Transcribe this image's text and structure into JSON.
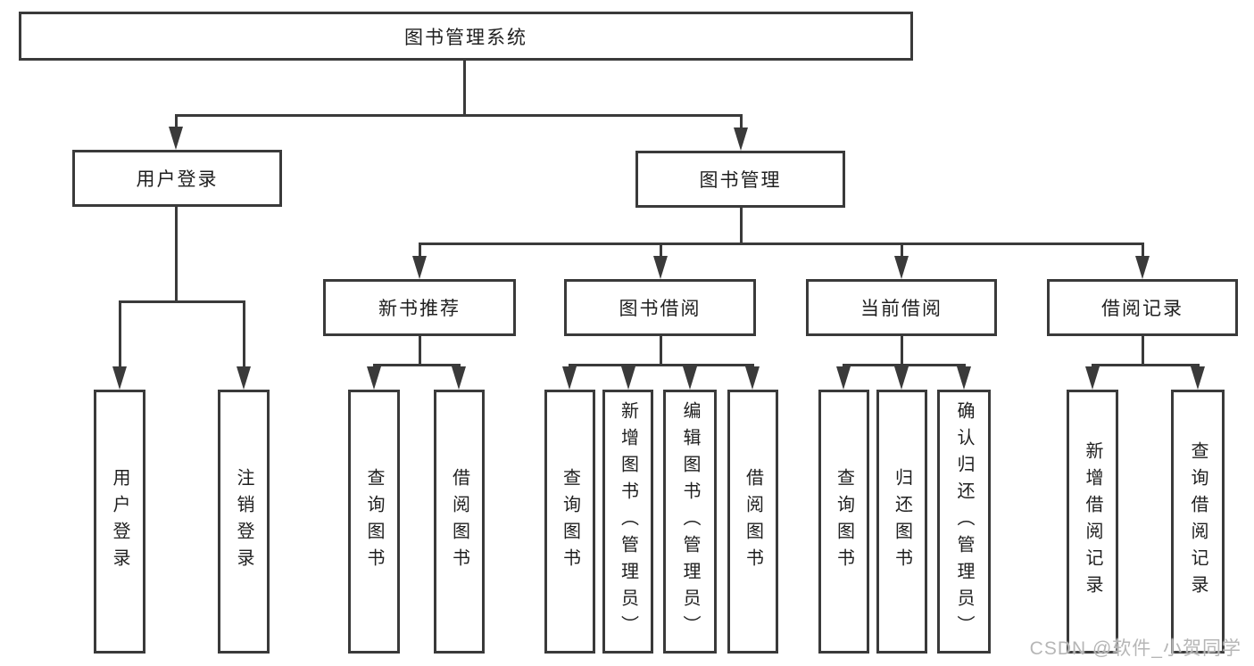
{
  "tree": {
    "root": {
      "label": "图书管理系统"
    },
    "branches": [
      {
        "label": "用户登录",
        "children": [
          {
            "label": "用户登录"
          },
          {
            "label": "注销登录"
          }
        ]
      },
      {
        "label": "图书管理",
        "children": [
          {
            "label": "新书推荐",
            "children": [
              {
                "label": "查询图书"
              },
              {
                "label": "借阅图书"
              }
            ]
          },
          {
            "label": "图书借阅",
            "children": [
              {
                "label": "查询图书"
              },
              {
                "label": "新增图书（管理员）"
              },
              {
                "label": "编辑图书（管理员）"
              },
              {
                "label": "借阅图书"
              }
            ]
          },
          {
            "label": "当前借阅",
            "children": [
              {
                "label": "查询图书"
              },
              {
                "label": "归还图书"
              },
              {
                "label": "确认归还（管理员）"
              }
            ]
          },
          {
            "label": "借阅记录",
            "children": [
              {
                "label": "新增借阅记录"
              },
              {
                "label": "查询借阅记录"
              }
            ]
          }
        ]
      }
    ]
  },
  "watermark": {
    "text": "CSDN @软件_小贺同学"
  },
  "colors": {
    "line": "#3a3a3a",
    "text": "#1f1f1f",
    "background": "#ffffff",
    "watermark": "#b6b6b6"
  }
}
